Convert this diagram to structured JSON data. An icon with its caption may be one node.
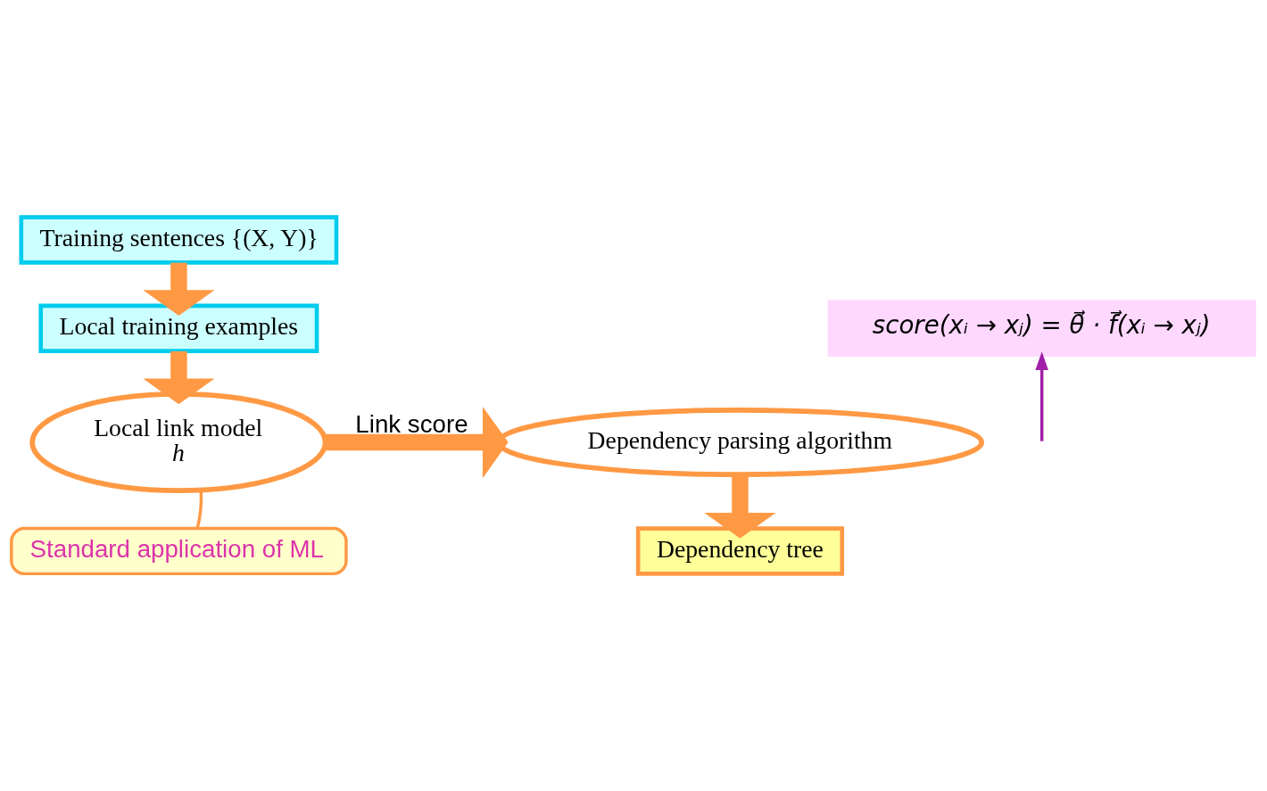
{
  "diagram": {
    "nodes": [
      {
        "text": [
          "Training sentences {(X, Y)}"
        ]
      },
      {
        "text": [
          "Local training examples"
        ]
      },
      {
        "text": [
          "Local link model",
          "h"
        ]
      },
      {
        "text": [
          "Dependency parsing algorithm"
        ]
      },
      {
        "text": [
          "Dependency tree"
        ]
      },
      {
        "text": [
          "score(xᵢ → xⱼ) = θ⃗ · f⃗(xᵢ → xⱼ)"
        ]
      },
      {
        "text": [
          "Standard application of ML"
        ]
      }
    ],
    "edges": [
      {
        "from": 0,
        "to": 1,
        "arrow": "to"
      },
      {
        "from": 1,
        "to": 2,
        "arrow": "to"
      },
      {
        "from": 2,
        "to": 3,
        "arrow": "to",
        "label": "Link score"
      },
      {
        "from": 3,
        "to": 4,
        "arrow": "to"
      },
      {
        "from": null,
        "to": 5,
        "arrow": "to",
        "color": "#a020a8"
      },
      {
        "from": 6,
        "to": 2,
        "arrow": "none"
      }
    ]
  }
}
